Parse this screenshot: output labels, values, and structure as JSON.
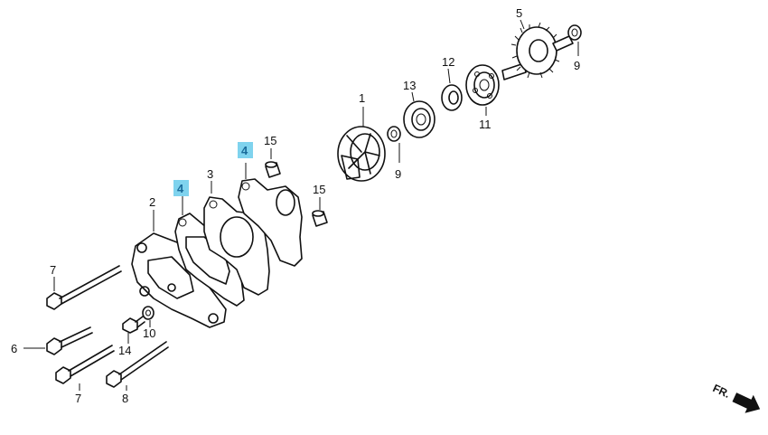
{
  "callouts": {
    "c1": "1",
    "c2": "2",
    "c3": "3",
    "c4a": "4",
    "c4b": "4",
    "c5": "5",
    "c6": "6",
    "c7a": "7",
    "c7b": "7",
    "c8": "8",
    "c9a": "9",
    "c9b": "9",
    "c10": "10",
    "c11": "11",
    "c12": "12",
    "c13": "13",
    "c14": "14",
    "c15a": "15",
    "c15b": "15"
  },
  "direction": {
    "label": "FR."
  },
  "colors": {
    "highlight": "#7fd3ee",
    "line": "#111111"
  }
}
